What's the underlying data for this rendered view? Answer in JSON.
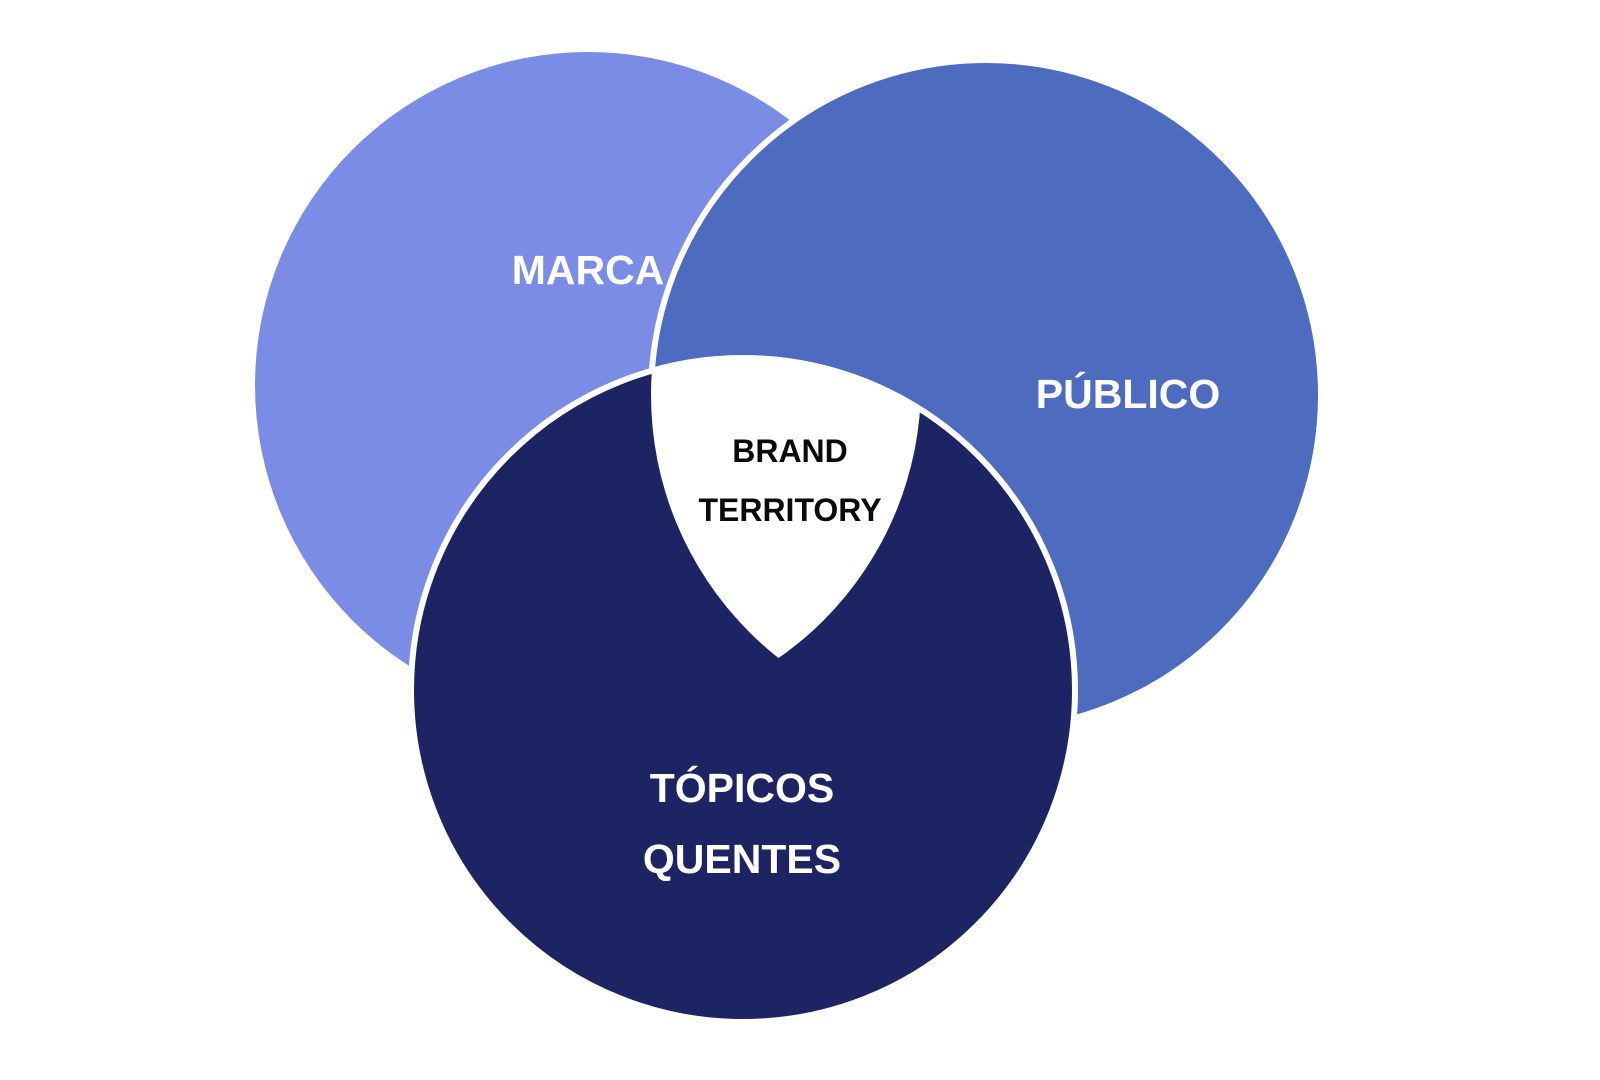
{
  "diagram": {
    "colors": {
      "marca": "#7a8ce6",
      "publico": "#4d6bbf",
      "topicos": "#1c2463",
      "center": "#ffffff",
      "outline": "#ffffff",
      "light_text": "#ffffff",
      "dark_text": "#0a0a0a"
    },
    "marca": {
      "label": "MARCA"
    },
    "publico": {
      "label": "PÚBLICO"
    },
    "topicos": {
      "label_line1": "TÓPICOS",
      "label_line2": "QUENTES"
    },
    "center": {
      "label_line1": "BRAND",
      "label_line2": "TERRITORY"
    }
  }
}
